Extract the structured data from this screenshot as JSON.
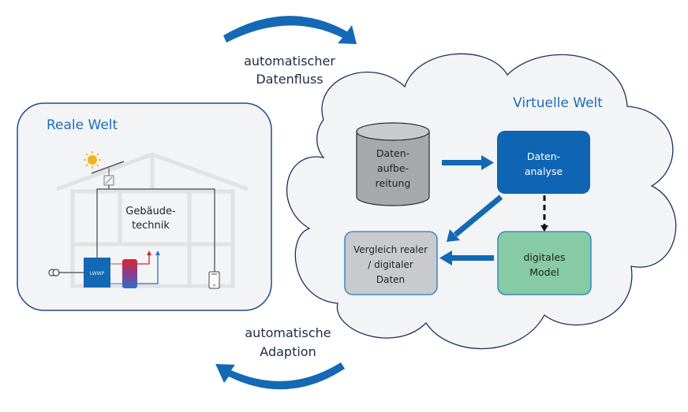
{
  "flow_top": {
    "line1": "automatischer",
    "line2": "Datenfluss"
  },
  "flow_bottom": {
    "line1": "automatische",
    "line2": "Adaption"
  },
  "real_world": {
    "title": "Reale Welt",
    "building_label_line1": "Gebäude-",
    "building_label_line2": "technik",
    "heat_pump_label": "LWWP"
  },
  "virtual_world": {
    "title": "Virtuelle Welt",
    "data_prep": {
      "line1": "Daten-",
      "line2": "aufbe-",
      "line3": "reitung"
    },
    "data_analysis": {
      "line1": "Daten-",
      "line2": "analyse"
    },
    "digital_model": {
      "line1": "digitales",
      "line2": "Model"
    },
    "comparison": {
      "line1": "Vergleich realer",
      "line2": "/ digitaler",
      "line3": "Daten"
    }
  },
  "colors": {
    "accent_blue": "#1469b4",
    "title_blue": "#1a6fba",
    "text_dark": "#1f2a44",
    "panel_bg": "#f3f4f6",
    "cloud_bg": "#f3f4f6",
    "outline_navy": "#1d2f5e",
    "db_gray": "#a6a8ab",
    "compare_gray": "#c8cacc",
    "model_green": "#86cba3",
    "analysis_blue": "#0f65b3"
  }
}
